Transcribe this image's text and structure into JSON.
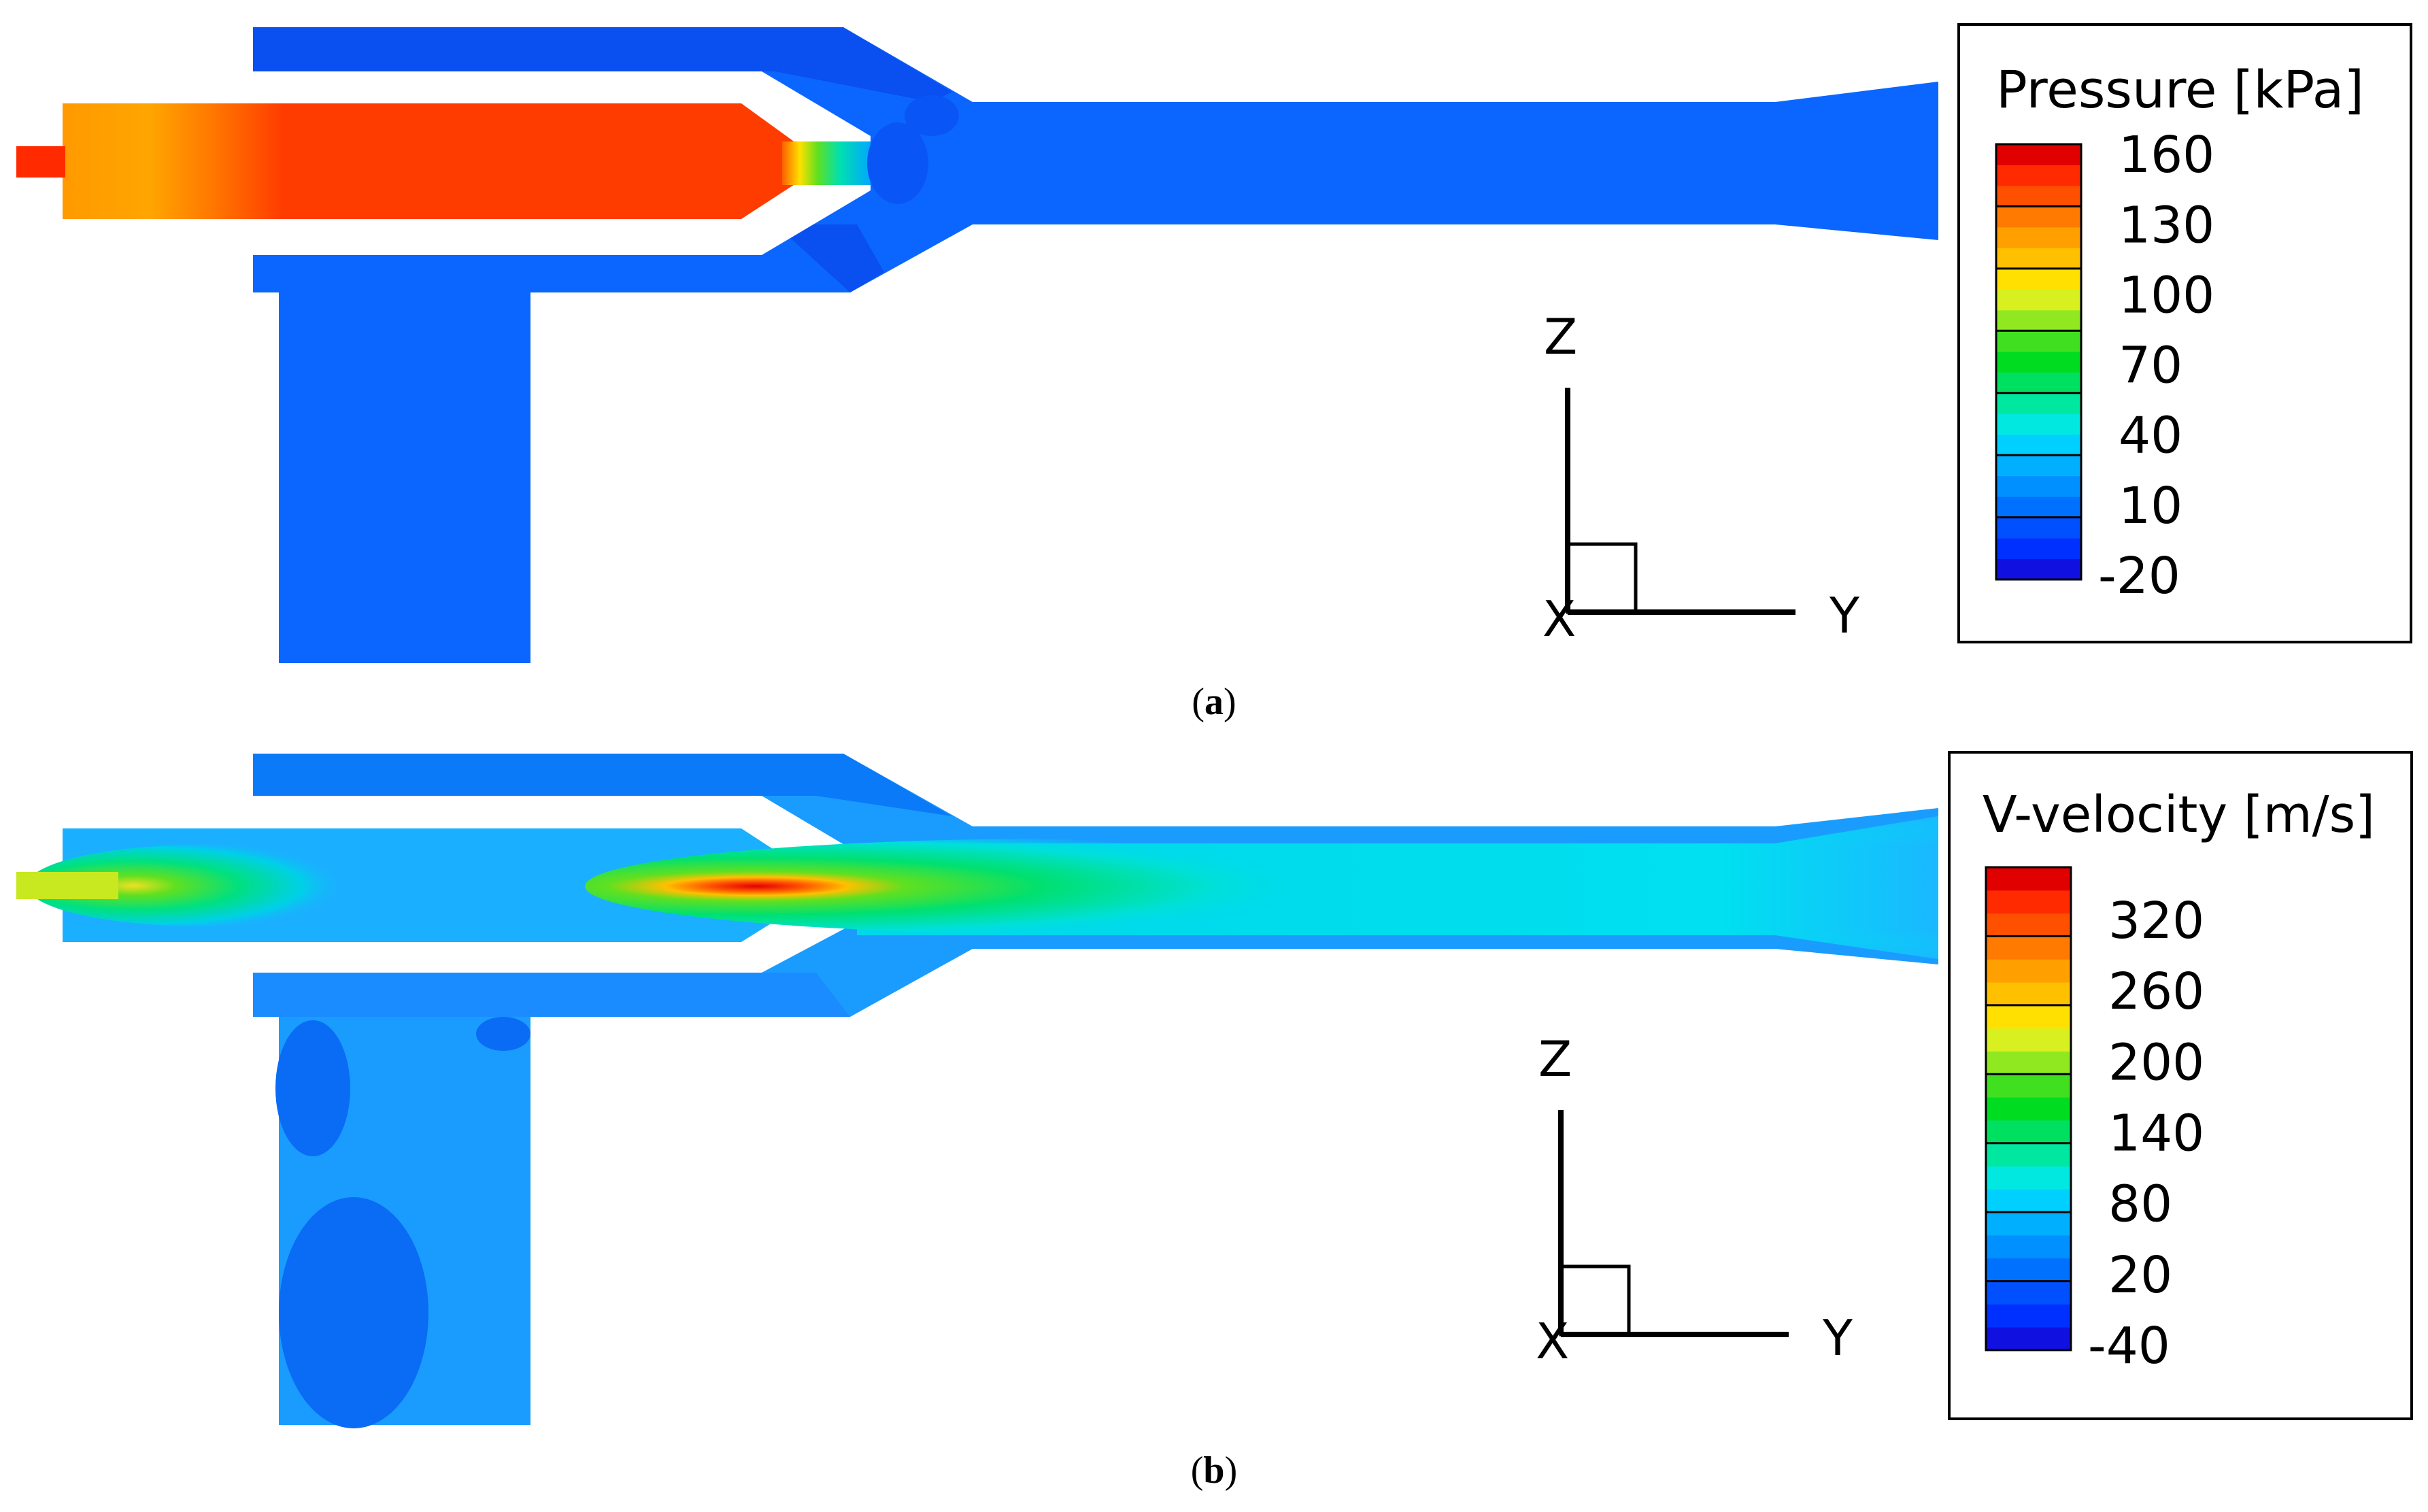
{
  "panels": [
    {
      "id": "a",
      "caption_label": "a",
      "legend": {
        "title": "Pressure [kPa]",
        "ticks": [
          "160",
          "130",
          "100",
          "70",
          "40",
          "10",
          "-20"
        ],
        "colors": [
          "#1010e0",
          "#0030ff",
          "#0050ff",
          "#0070ff",
          "#0090ff",
          "#00b0ff",
          "#00d0ff",
          "#00e8e0",
          "#00e8a0",
          "#00e060",
          "#00dd20",
          "#40e020",
          "#90e820",
          "#d8f020",
          "#ffe000",
          "#ffc000",
          "#ffa000",
          "#ff7a00",
          "#ff5000",
          "#ff2a00",
          "#e00000"
        ]
      },
      "axes": {
        "z": "Z",
        "x": "X",
        "y": "Y"
      }
    },
    {
      "id": "b",
      "caption_label": "b",
      "legend": {
        "title": "V-velocity [m/s]",
        "ticks": [
          "320",
          "260",
          "200",
          "140",
          "80",
          "20",
          "-40"
        ],
        "colors": [
          "#1010e0",
          "#0030ff",
          "#0050ff",
          "#0070ff",
          "#0090ff",
          "#00b0ff",
          "#00d0ff",
          "#00e8e0",
          "#00e8a0",
          "#00e060",
          "#00dd20",
          "#40e020",
          "#90e820",
          "#d8f020",
          "#ffe000",
          "#ffc000",
          "#ffa000",
          "#ff7a00",
          "#ff5000",
          "#ff2a00",
          "#e00000"
        ]
      },
      "axes": {
        "z": "Z",
        "x": "X",
        "y": "Y"
      }
    }
  ]
}
